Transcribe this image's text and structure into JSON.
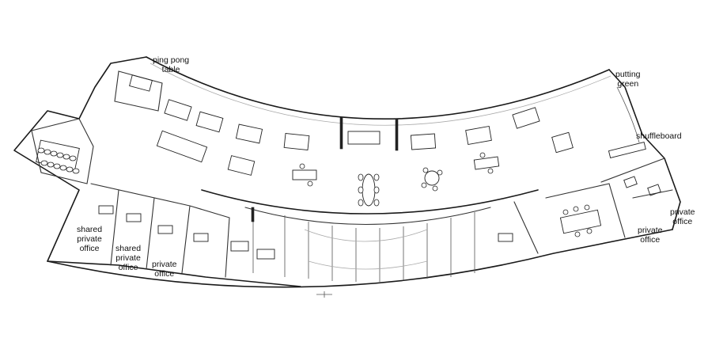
{
  "labels": {
    "ping_pong": [
      "ping pong",
      "table"
    ],
    "putting_green": [
      "putting",
      "green"
    ],
    "shuffleboard": [
      "shuffleboard"
    ],
    "shared_private_office_1": [
      "shared",
      "private",
      "office"
    ],
    "shared_private_office_2": [
      "shared",
      "private",
      "office"
    ],
    "private_office_left": [
      "private",
      "office"
    ],
    "private_office_right_1": [
      "private",
      "office"
    ],
    "private_office_right_2": [
      "private",
      "office"
    ]
  }
}
